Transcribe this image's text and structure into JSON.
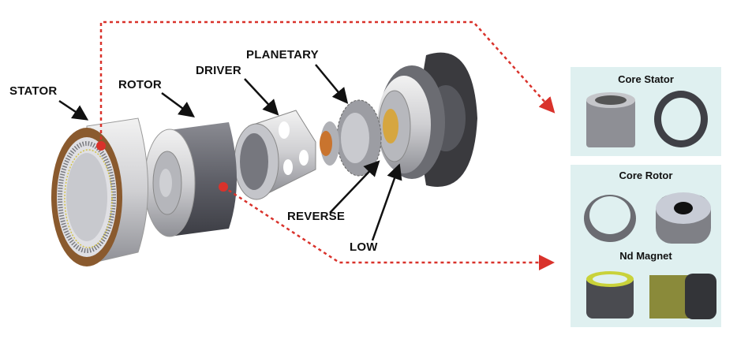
{
  "labels": {
    "stator": "STATOR",
    "rotor": "ROTOR",
    "driver": "DRIVER",
    "planetary": "PLANETARY",
    "reverse": "REVERSE",
    "low": "LOW"
  },
  "panels": {
    "core_stator": "Core Stator",
    "core_rotor": "Core Rotor",
    "nd_magnet": "Nd Magnet"
  },
  "colors": {
    "callout_line": "#d9322b",
    "panel_bg": "#dff0f0"
  }
}
